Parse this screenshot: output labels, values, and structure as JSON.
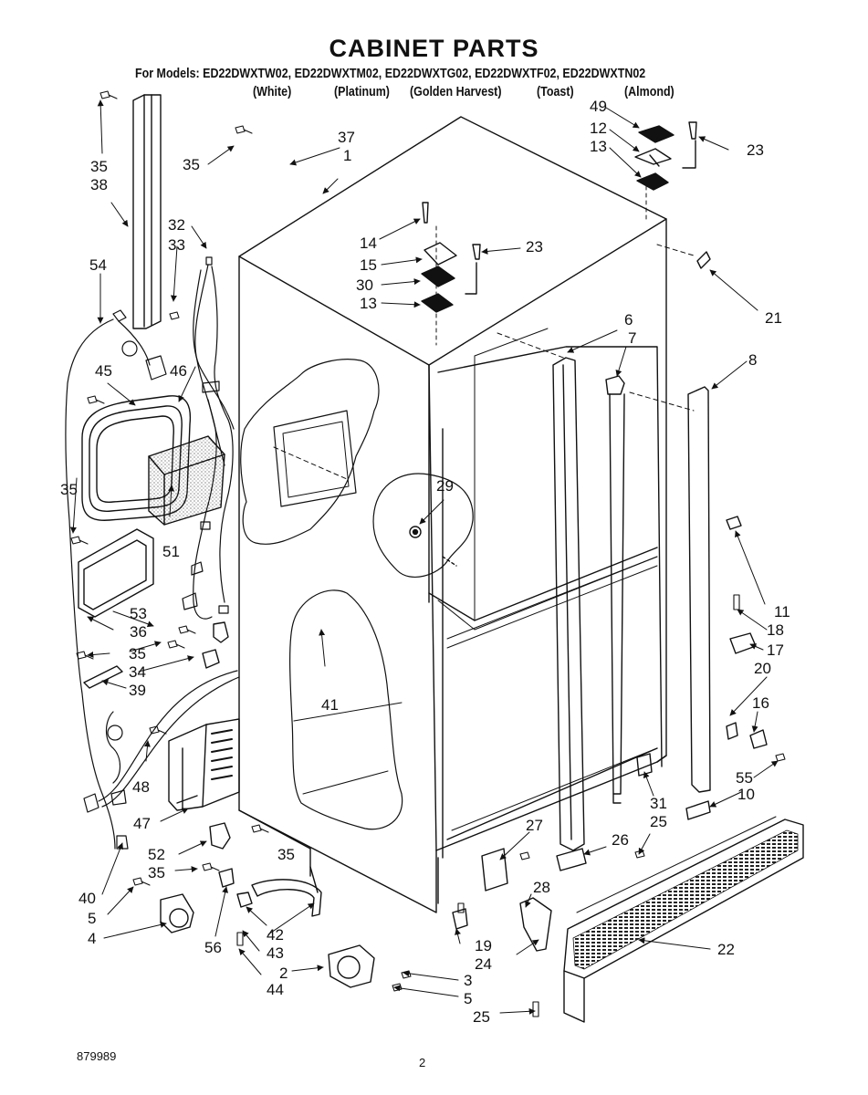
{
  "title": "CABINET PARTS",
  "models_line": "For Models: ED22DWXTW02, ED22DWXTM02, ED22DWXTG02, ED22DWXTF02, ED22DWXTN02",
  "model_colors": [
    "(White)",
    "(Platinum)",
    "(Golden Harvest)",
    "(Toast)",
    "(Almond)"
  ],
  "callouts": {
    "c1": "1",
    "c2": "2",
    "c3": "3",
    "c4": "4",
    "c5a": "5",
    "c5b": "5",
    "c6": "6",
    "c7": "7",
    "c8": "8",
    "c10": "10",
    "c11": "11",
    "c12": "12",
    "c13a": "13",
    "c13b": "13",
    "c14": "14",
    "c15": "15",
    "c16": "16",
    "c17": "17",
    "c18": "18",
    "c19": "19",
    "c20": "20",
    "c21": "21",
    "c22": "22",
    "c23a": "23",
    "c23b": "23",
    "c24": "24",
    "c25a": "25",
    "c25b": "25",
    "c26": "26",
    "c27": "27",
    "c28": "28",
    "c29": "29",
    "c30": "30",
    "c31": "31",
    "c32": "32",
    "c33": "33",
    "c34": "34",
    "c35a": "35",
    "c35b": "35",
    "c35c": "35",
    "c35d": "35",
    "c35e": "35",
    "c35f": "35",
    "c36": "36",
    "c37": "37",
    "c38": "38",
    "c39": "39",
    "c40": "40",
    "c41": "41",
    "c42": "42",
    "c43": "43",
    "c44": "44",
    "c45": "45",
    "c46": "46",
    "c47": "47",
    "c48": "48",
    "c49": "49",
    "c51": "51",
    "c52": "52",
    "c53": "53",
    "c54": "54",
    "c55": "55",
    "c56": "56"
  },
  "footer_code": "879989",
  "page_number": "2"
}
